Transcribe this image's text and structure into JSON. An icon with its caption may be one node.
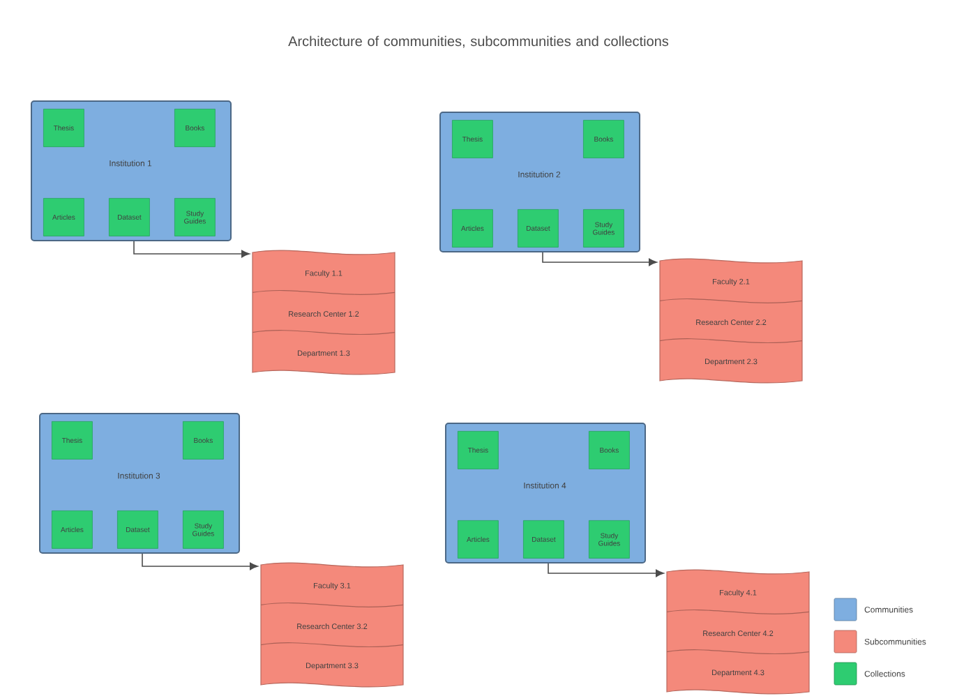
{
  "diagram": {
    "title": "Architecture of communities, subcommunities and collections",
    "nodes": [
      {
        "text": [
          "Institution 1"
        ]
      },
      {
        "text": [
          "Thesis"
        ],
        "in": 0
      },
      {
        "text": [
          "Books"
        ],
        "in": 0
      },
      {
        "text": [
          "Articles"
        ],
        "in": 0
      },
      {
        "text": [
          "Dataset"
        ],
        "in": 0
      },
      {
        "text": [
          "Study Guides"
        ],
        "in": 0
      },
      {
        "text": [
          "Faculty 1.1",
          "Research Center 1.2",
          "Department 1.3"
        ]
      },
      {
        "text": [
          "Institution 2"
        ]
      },
      {
        "text": [
          "Thesis"
        ],
        "in": 7
      },
      {
        "text": [
          "Books"
        ],
        "in": 7
      },
      {
        "text": [
          "Articles"
        ],
        "in": 7
      },
      {
        "text": [
          "Dataset"
        ],
        "in": 7
      },
      {
        "text": [
          "Study Guides"
        ],
        "in": 7
      },
      {
        "text": [
          "Faculty 2.1",
          "Research Center 2.2",
          "Department 2.3"
        ]
      },
      {
        "text": [
          "Institution 3"
        ]
      },
      {
        "text": [
          "Thesis"
        ],
        "in": 14
      },
      {
        "text": [
          "Books"
        ],
        "in": 14
      },
      {
        "text": [
          "Articles"
        ],
        "in": 14
      },
      {
        "text": [
          "Dataset"
        ],
        "in": 14
      },
      {
        "text": [
          "Study Guides"
        ],
        "in": 14
      },
      {
        "text": [
          "Faculty 3.1",
          "Research Center 3.2",
          "Department 3.3"
        ]
      },
      {
        "text": [
          "Institution 4"
        ]
      },
      {
        "text": [
          "Thesis"
        ],
        "in": 21
      },
      {
        "text": [
          "Books"
        ],
        "in": 21
      },
      {
        "text": [
          "Articles"
        ],
        "in": 21
      },
      {
        "text": [
          "Dataset"
        ],
        "in": 21
      },
      {
        "text": [
          "Study Guides"
        ],
        "in": 21
      },
      {
        "text": [
          "Faculty 4.1",
          "Research Center 4.2",
          "Department 4.3"
        ]
      }
    ],
    "edges": [
      {
        "from": 0,
        "to": 6,
        "arrow": "to"
      },
      {
        "from": 7,
        "to": 13,
        "arrow": "to"
      },
      {
        "from": 14,
        "to": 20,
        "arrow": "to"
      },
      {
        "from": 21,
        "to": 27,
        "arrow": "to"
      }
    ],
    "legend": [
      {
        "text": "Communities",
        "color": "#7eaee0"
      },
      {
        "text": "Subcommunities",
        "color": "#f4897b"
      },
      {
        "text": "Collections",
        "color": "#2ecc71"
      }
    ]
  }
}
